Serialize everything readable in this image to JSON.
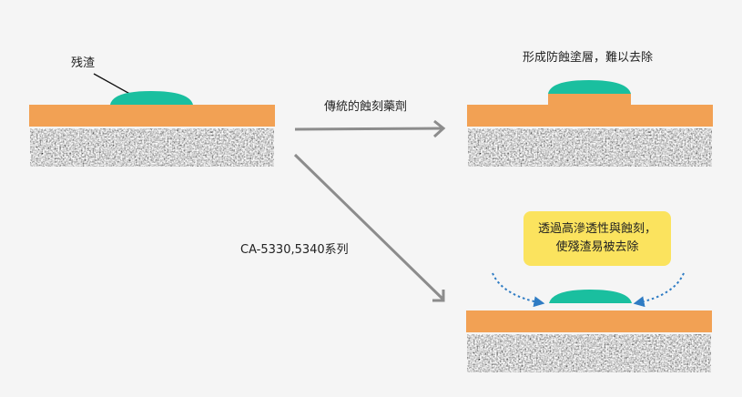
{
  "colors": {
    "background": "#f5f5f5",
    "copper_layer": "#f2a154",
    "residue": "#1abf9f",
    "substrate": "#a9a9a9",
    "arrow_gray": "#8c8c8c",
    "dotted_arrow_blue": "#2f7cc4",
    "note_box": "#fbe35e"
  },
  "initial_state": {
    "residue_label": "残渣"
  },
  "traditional_path": {
    "arrow_label": "傳統的蝕刻藥劑",
    "result_caption": "形成防蝕塗層，難以去除"
  },
  "product_path": {
    "arrow_label": "CA-5330,5340系列",
    "note_line1": "透過高滲透性與蝕刻，",
    "note_line2": "使殘渣易被去除"
  }
}
